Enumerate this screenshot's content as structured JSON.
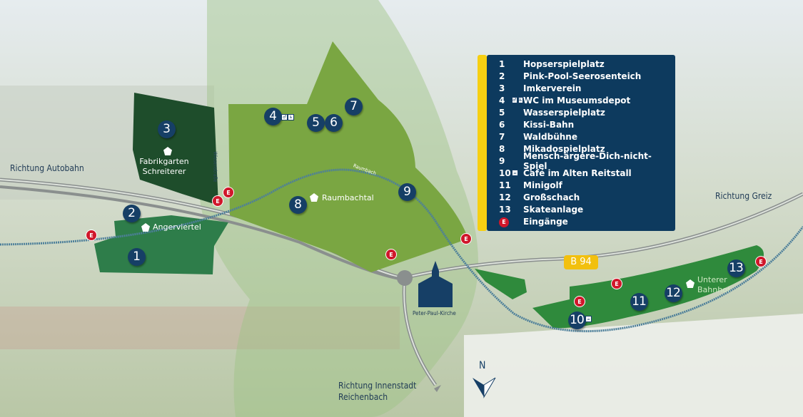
{
  "legend": {
    "items": [
      {
        "number": "1",
        "label": "Hopserspielplatz"
      },
      {
        "number": "2",
        "label": "Pink-Pool-Seerosenteich"
      },
      {
        "number": "3",
        "label": "Imkerverein"
      },
      {
        "number": "4",
        "label": "WC im Museumsdepot",
        "icons": [
          "wc-icon",
          "wheelchair-icon"
        ]
      },
      {
        "number": "5",
        "label": "Wasserspielplatz"
      },
      {
        "number": "6",
        "label": "Kissi-Bahn"
      },
      {
        "number": "7",
        "label": "Waldbühne"
      },
      {
        "number": "8",
        "label": "Mikadospielplatz"
      },
      {
        "number": "9",
        "label": "Mensch-ärgere-Dich-nicht-Spiel"
      },
      {
        "number": "10",
        "label": "Café im Alten Reitstall",
        "icons": [
          "cafe-icon"
        ]
      },
      {
        "number": "11",
        "label": "Minigolf"
      },
      {
        "number": "12",
        "label": "Großschach"
      },
      {
        "number": "13",
        "label": "Skateanlage"
      },
      {
        "number": "E",
        "label": "Eingänge"
      }
    ]
  },
  "map": {
    "areas": [
      "Fabrikgarten Schreiterer",
      "Angerviertel",
      "Raumbachtal",
      "Unterer Bahnhof"
    ],
    "streets": {
      "wiesenstrasse": "Wiesenstraße",
      "raumbach": "Raumbach",
      "b94": "B 94"
    },
    "directions": {
      "autobahn": "Richtung Autobahn",
      "greiz": "Richtung Greiz",
      "innenstadt_1": "Richtung Innenstadt",
      "innenstadt_2": "Reichenbach"
    },
    "church": "Peter-Paul-Kirche",
    "north": "N",
    "entrance": "E",
    "markers": [
      "1",
      "2",
      "3",
      "4",
      "5",
      "6",
      "7",
      "8",
      "9",
      "10",
      "11",
      "12",
      "13"
    ]
  },
  "colors": {
    "legend_bg": "#0d3a5e",
    "legend_bar": "#f6cf12",
    "marker": "#163f66",
    "entrance": "#d0172b",
    "park_light": "#7aa642",
    "park_dark": "#1e4d2b",
    "park_mid": "#2e7d4a"
  }
}
